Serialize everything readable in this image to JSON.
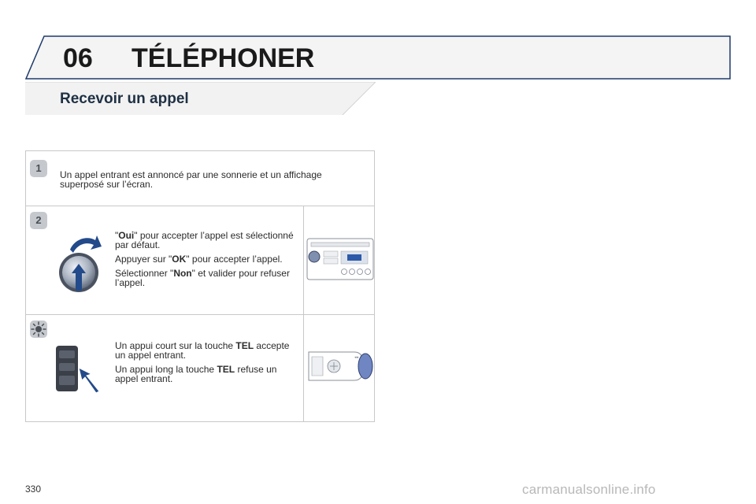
{
  "header": {
    "chapter_number": "06",
    "chapter_title": "TÉLÉPHONER"
  },
  "section": {
    "title": "Recevoir un appel"
  },
  "steps": [
    {
      "badge": "1",
      "text": "Un appel entrant est annoncé par une sonnerie et un affichage superposé sur l’écran."
    },
    {
      "badge": "2",
      "line1_pre": "\"",
      "line1_bold": "Oui",
      "line1_post": "\" pour accepter l’appel est sélectionné par défaut.",
      "line2_pre": "Appuyer sur \"",
      "line2_bold": "OK",
      "line2_post": "\" pour accepter l’appel.",
      "line3_pre": "Sélectionner \"",
      "line3_bold": "Non",
      "line3_post": "\" et valider pour refuser l’appel."
    },
    {
      "badge_icon": "tip-icon",
      "line1_pre": "Un appui court sur la touche ",
      "line1_bold": "TEL",
      "line1_post": " accepte un appel entrant.",
      "line2_pre": "Un appui long la touche ",
      "line2_bold": "TEL",
      "line2_post": " refuse un appel entrant."
    }
  ],
  "footer": {
    "page_number": "330",
    "watermark": "carmanualsonline.info"
  },
  "colors": {
    "banner_fill": "#f5f5f5",
    "banner_border": "#1e3a6a",
    "section_title": "#1e3044",
    "badge": "#c5c9ce"
  }
}
